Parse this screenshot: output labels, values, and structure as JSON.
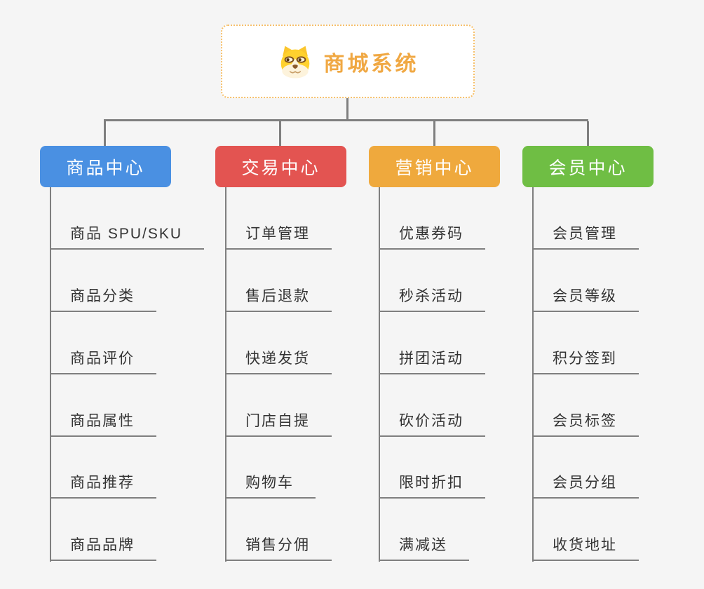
{
  "canvas": {
    "background": "#f5f5f5",
    "line_color": "#7f7f7f"
  },
  "root": {
    "title": "商城系统",
    "icon": "shiba-dog-icon",
    "title_color": "#f0a843",
    "border_color": "#f6c06b"
  },
  "branches": [
    {
      "label": "商品中心",
      "color": "#4a90e2",
      "items": [
        "商品 SPU/SKU",
        "商品分类",
        "商品评价",
        "商品属性",
        "商品推荐",
        "商品品牌"
      ]
    },
    {
      "label": "交易中心",
      "color": "#e35451",
      "items": [
        "订单管理",
        "售后退款",
        "快递发货",
        "门店自提",
        "购物车",
        "销售分佣"
      ]
    },
    {
      "label": "营销中心",
      "color": "#efa93d",
      "items": [
        "优惠券码",
        "秒杀活动",
        "拼团活动",
        "砍价活动",
        "限时折扣",
        "满减送"
      ]
    },
    {
      "label": "会员中心",
      "color": "#6fbe44",
      "items": [
        "会员管理",
        "会员等级",
        "积分签到",
        "会员标签",
        "会员分组",
        "收货地址"
      ]
    }
  ]
}
